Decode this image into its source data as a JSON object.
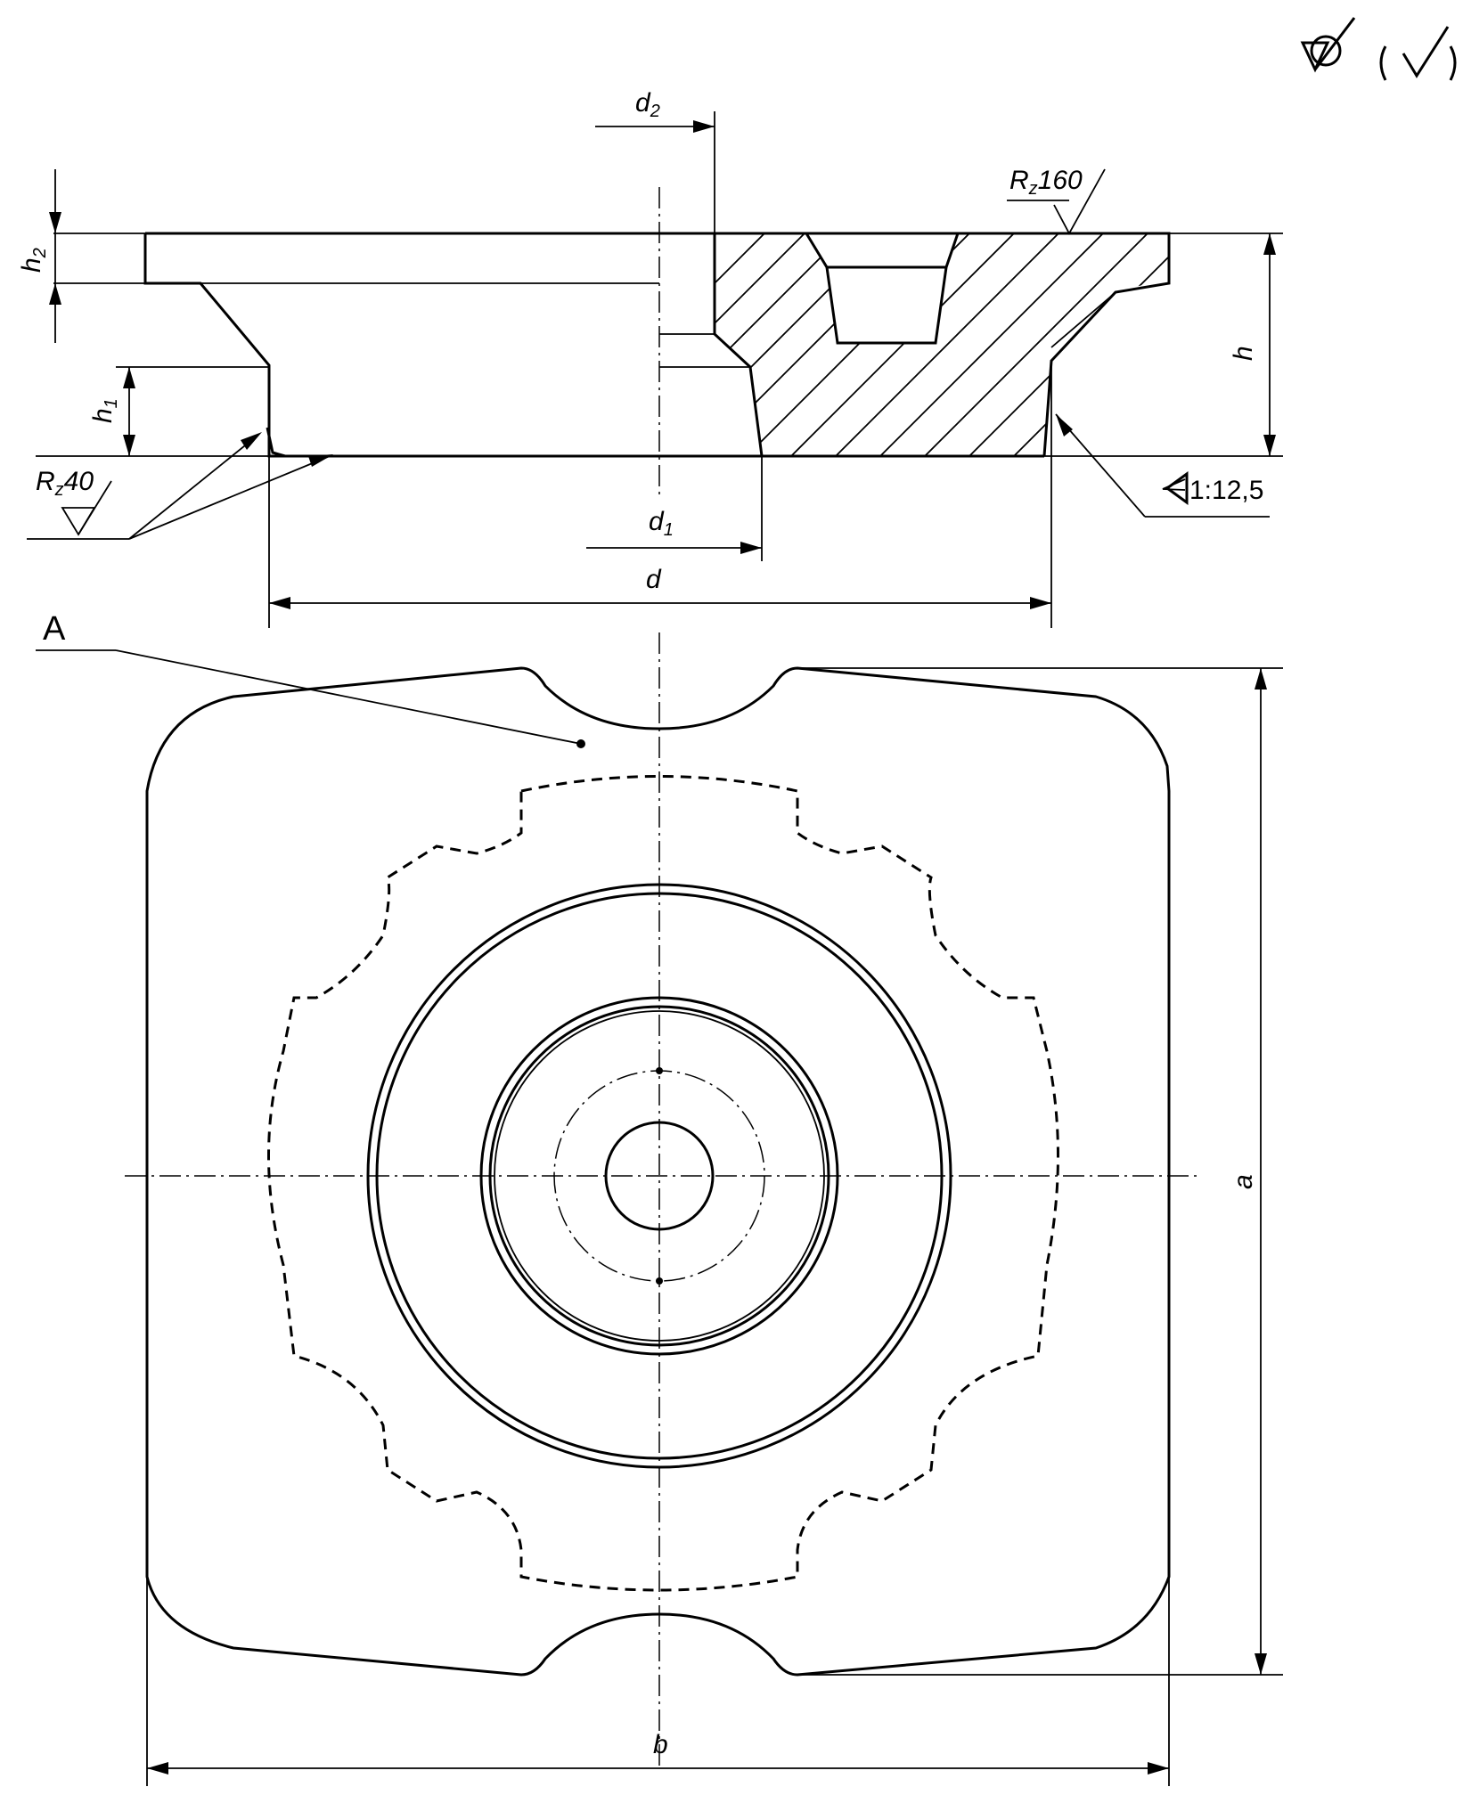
{
  "labels": {
    "h2": "h",
    "h2_sub": "2",
    "h1": "h",
    "h1_sub": "1",
    "h": "h",
    "d2": "d",
    "d2_sub": "2",
    "d1": "d",
    "d1_sub": "1",
    "d": "d",
    "a": "a",
    "b": "b",
    "view_a": "A",
    "rz_top": "R",
    "rz_top_sub": "z",
    "rz_top_value": "160",
    "rz_bottom": "R",
    "rz_bottom_sub": "z",
    "rz_bottom_value": "40",
    "taper": "1:12,5"
  },
  "colors": {
    "line": "#000000",
    "background": "#ffffff"
  },
  "icons": {
    "general_surface": "surface-finish-icon",
    "taper": "taper-symbol-icon"
  }
}
